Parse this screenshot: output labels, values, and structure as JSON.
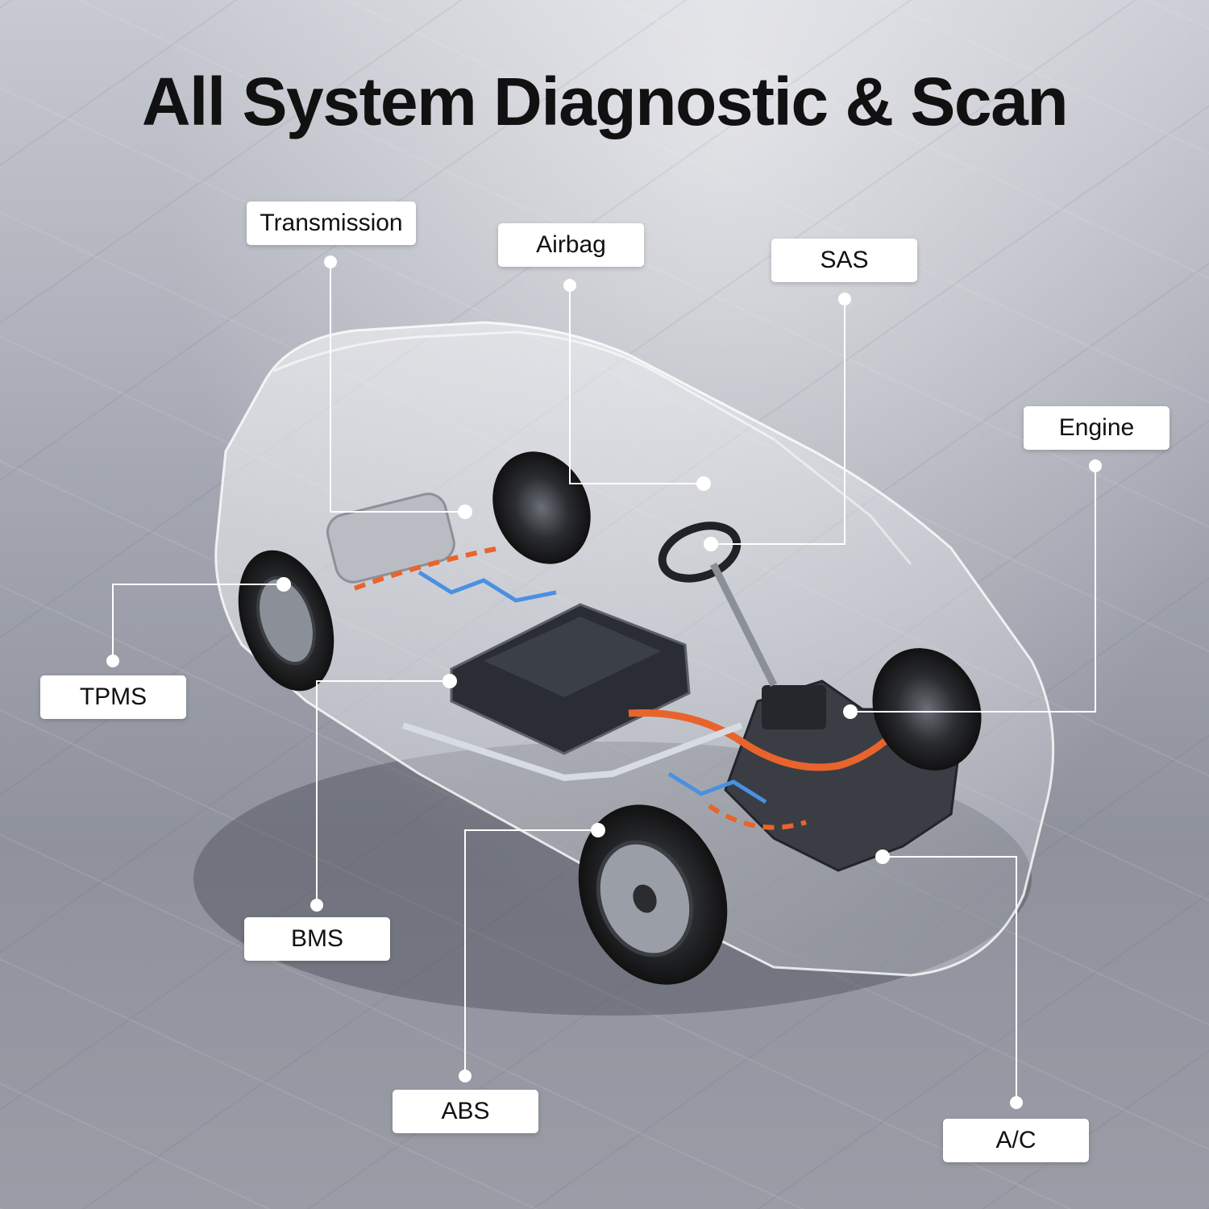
{
  "title": "All System Diagnostic & Scan",
  "systems": {
    "transmission": "Transmission",
    "airbag": "Airbag",
    "sas": "SAS",
    "engine": "Engine",
    "tpms": "TPMS",
    "bms": "BMS",
    "abs": "ABS",
    "ac": "A/C"
  },
  "colors": {
    "label_bg": "#ffffff",
    "title_text": "#111111",
    "cooling_blue": "#4a90e2",
    "power_orange": "#e8642c"
  }
}
